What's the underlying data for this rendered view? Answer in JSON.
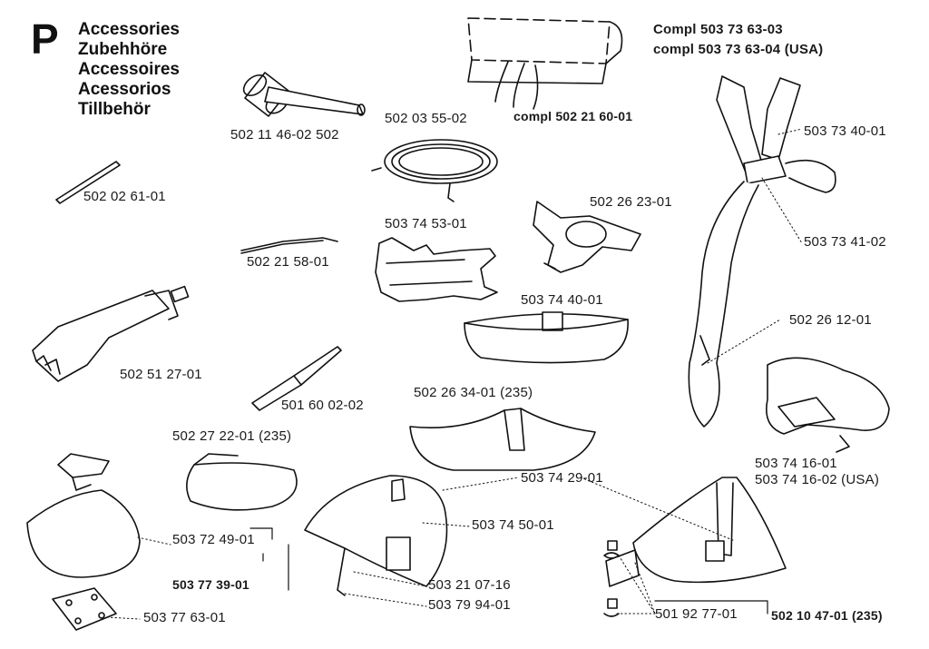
{
  "section_letter": "P",
  "headings": [
    "Accessories",
    "Zubehhöre",
    "Accessoires",
    "Acessorios",
    "Tillbehör"
  ],
  "labels": {
    "compl_1": "Compl 503 73 63-03",
    "compl_2": "compl 503 73 63-04 (USA)",
    "p502_11_46": "502 11 46-02 502",
    "p502_03_55": "502 03 55-02",
    "p502_21_60": "compl 502 21 60-01",
    "p503_73_40": "503 73 40-01",
    "p502_02_61": "502 02 61-01",
    "p502_26_23": "502 26 23-01",
    "p503_74_53": "503 74 53-01",
    "p503_73_41": "503 73 41-02",
    "p502_21_58": "502 21 58-01",
    "p503_74_40": "503 74 40-01",
    "p502_26_12": "502 26 12-01",
    "p502_51_27": "502 51 27-01",
    "p502_26_34": "502 26 34-01 (235)",
    "p501_60_02": "501 60 02-02",
    "p502_27_22": "502 27 22-01 (235)",
    "p503_74_16_1": "503 74 16-01",
    "p503_74_16_2": "503 74 16-02 (USA)",
    "p503_74_29": "503 74 29-01",
    "p503_72_49": "503 72 49-01",
    "p503_74_50": "503 74 50-01",
    "p503_77_39": "503 77 39-01",
    "p503_21_07": "503 21 07-16",
    "p503_79_94": "503 79 94-01",
    "p503_77_63": "503 77 63-01",
    "p501_92_77": "501 92 77-01",
    "p502_10_47": "502 10 47-01 (235)"
  }
}
